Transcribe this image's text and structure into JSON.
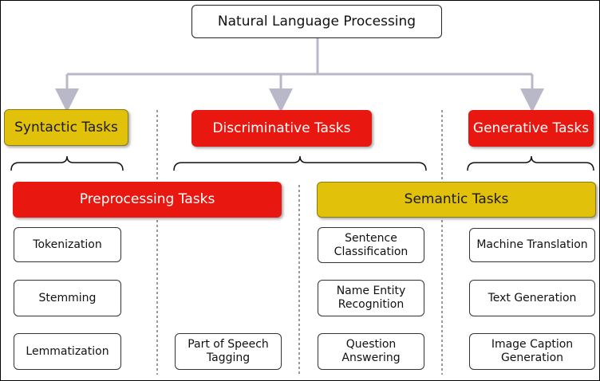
{
  "root": "Natural Language Processing",
  "categories": {
    "syntactic": "Syntactic Tasks",
    "discriminative": "Discriminative Tasks",
    "generative": "Generative Tasks"
  },
  "subcategories": {
    "preprocessing": "Preprocessing Tasks",
    "semantic": "Semantic Tasks"
  },
  "preprocessing_tasks": [
    "Tokenization",
    "Stemming",
    "Lemmatization"
  ],
  "syntactic_tasks": [
    "Part of Speech Tagging"
  ],
  "semantic_tasks": [
    "Sentence Classification",
    "Name Entity Recognition",
    "Question Answering"
  ],
  "generative_tasks": [
    "Machine Translation",
    "Text Generation",
    "Image Caption Generation"
  ],
  "colors": {
    "red": "#e8170f",
    "yellow": "#e2c10a",
    "connector": "#b8b8c8"
  }
}
